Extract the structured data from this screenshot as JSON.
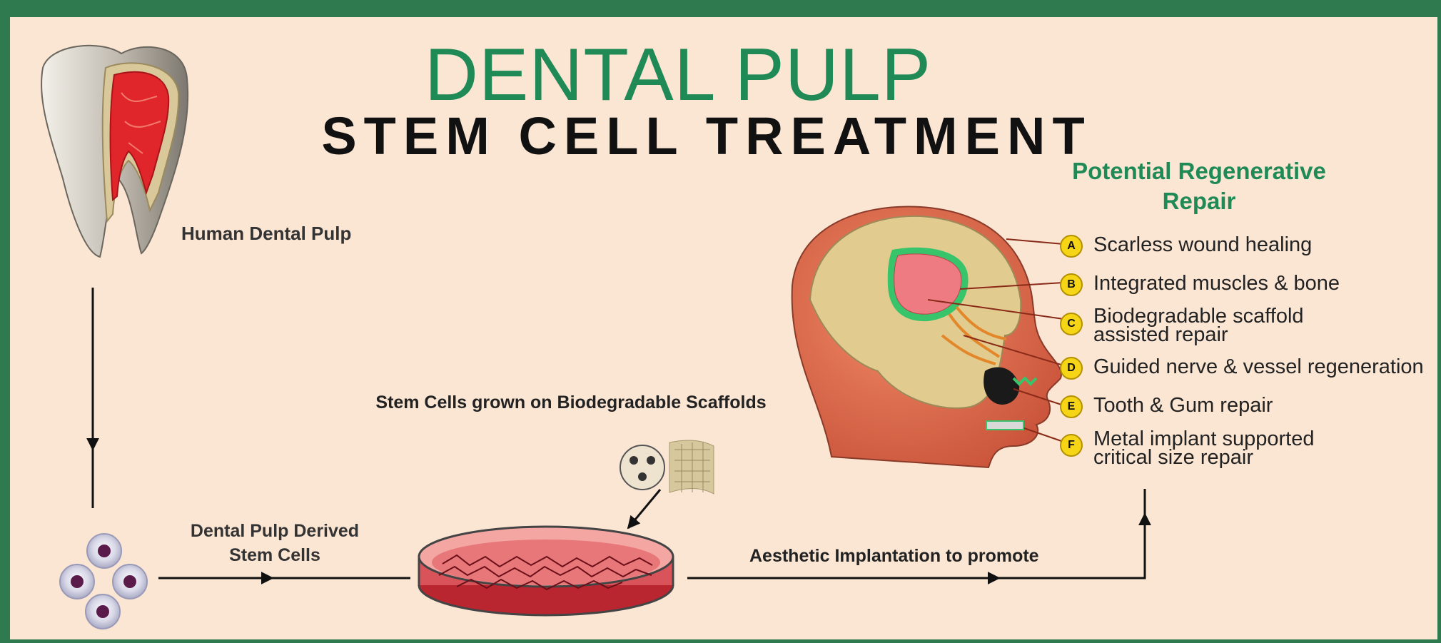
{
  "title": {
    "line1": "DENTAL PULP",
    "line2": "STEM CELL TREATMENT"
  },
  "labels": {
    "human_dental_pulp": "Human Dental Pulp",
    "scaffold_caption": "Stem Cells grown on Biodegradable Scaffolds",
    "derived_stem_cells": "Dental Pulp Derived Stem Cells",
    "implantation": "Aesthetic Implantation to promote"
  },
  "repair": {
    "heading": "Potential Regenerative Repair",
    "items": [
      {
        "letter": "A",
        "text": "Scarless wound healing"
      },
      {
        "letter": "B",
        "text": "Integrated muscles & bone"
      },
      {
        "letter": "C",
        "text": "Biodegradable scaffold assisted repair"
      },
      {
        "letter": "D",
        "text": "Guided nerve & vessel regeneration"
      },
      {
        "letter": "E",
        "text": "Tooth & Gum repair"
      },
      {
        "letter": "F",
        "text": "Metal implant supported critical size repair"
      }
    ]
  },
  "colors": {
    "background": "#fbe6d4",
    "frame": "#2f7a4f",
    "title_green": "#1f8a55",
    "badge_yellow": "#f5d515",
    "pulp_red": "#e0262a"
  }
}
